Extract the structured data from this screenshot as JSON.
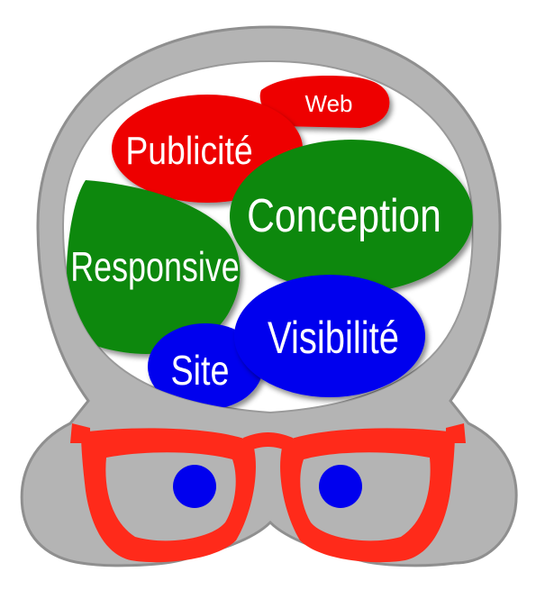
{
  "words": {
    "web": "Web",
    "publicite": "Publicité",
    "conception": "Conception",
    "responsive": "Responsive",
    "visibilite": "Visibilité",
    "site": "Site"
  },
  "colors": {
    "head": "#b4b4b4",
    "head_shadow": "#8f8f8f",
    "brain_bg": "#ffffff",
    "red": "#ee0000",
    "green": "#118811",
    "blue": "#0000ee",
    "glasses": "#ff2a1a",
    "pupil": "#0000ee",
    "text": "#ffffff"
  },
  "icons": {
    "mascot": "head-with-glasses-icon",
    "left_eye": "pupil-icon",
    "right_eye": "pupil-icon"
  }
}
